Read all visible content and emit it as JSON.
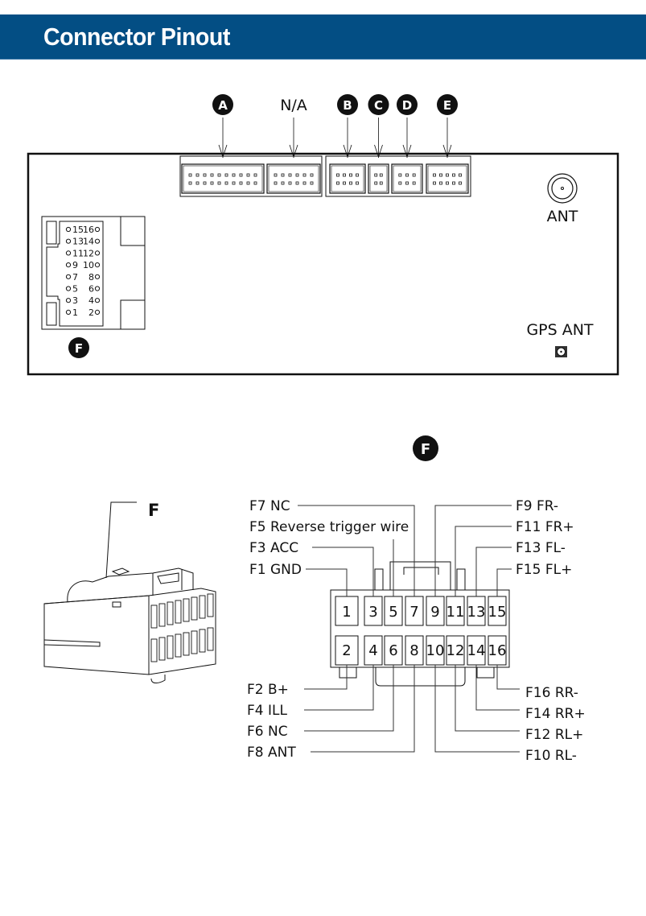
{
  "header": {
    "title": "Connector Pinout"
  },
  "head_unit": {
    "connector_labels": [
      {
        "id": "A",
        "style": "badge"
      },
      {
        "id": "N/A",
        "style": "text"
      },
      {
        "id": "B",
        "style": "badge"
      },
      {
        "id": "C",
        "style": "badge"
      },
      {
        "id": "D",
        "style": "badge"
      },
      {
        "id": "E",
        "style": "badge"
      }
    ],
    "ant_label": "ANT",
    "gps_ant_label": "GPS ANT",
    "f_badge": "F",
    "f_socket_pins": [
      [
        "15",
        "16"
      ],
      [
        "13",
        "14"
      ],
      [
        "11",
        "12"
      ],
      [
        "9",
        "10"
      ],
      [
        "7",
        "8"
      ],
      [
        "5",
        "6"
      ],
      [
        "3",
        "4"
      ],
      [
        "1",
        "2"
      ]
    ]
  },
  "detail": {
    "badge": "F",
    "plug_label": "F",
    "top_row_pins": [
      "1",
      "3",
      "5",
      "7",
      "9",
      "11",
      "13",
      "15"
    ],
    "bottom_row_pins": [
      "2",
      "4",
      "6",
      "8",
      "10",
      "12",
      "14",
      "16"
    ],
    "left_top_labels": [
      {
        "pin": "F7",
        "name": "NC"
      },
      {
        "pin": "F5",
        "name": "Reverse trigger wire"
      },
      {
        "pin": "F3",
        "name": "ACC"
      },
      {
        "pin": "F1",
        "name": "GND"
      }
    ],
    "right_top_labels": [
      {
        "pin": "F9",
        "name": "FR-"
      },
      {
        "pin": "F11",
        "name": "FR+"
      },
      {
        "pin": "F13",
        "name": "FL-"
      },
      {
        "pin": "F15",
        "name": "FL+"
      }
    ],
    "left_bottom_labels": [
      {
        "pin": "F2",
        "name": "B+"
      },
      {
        "pin": "F4",
        "name": "ILL"
      },
      {
        "pin": "F6",
        "name": "NC"
      },
      {
        "pin": "F8",
        "name": "ANT"
      }
    ],
    "right_bottom_labels": [
      {
        "pin": "F16",
        "name": "RR-"
      },
      {
        "pin": "F14",
        "name": "RR+"
      },
      {
        "pin": "F12",
        "name": "RL+"
      },
      {
        "pin": "F10",
        "name": "RL-"
      }
    ]
  },
  "colors": {
    "banner": "#034e84",
    "ink": "#111111"
  }
}
